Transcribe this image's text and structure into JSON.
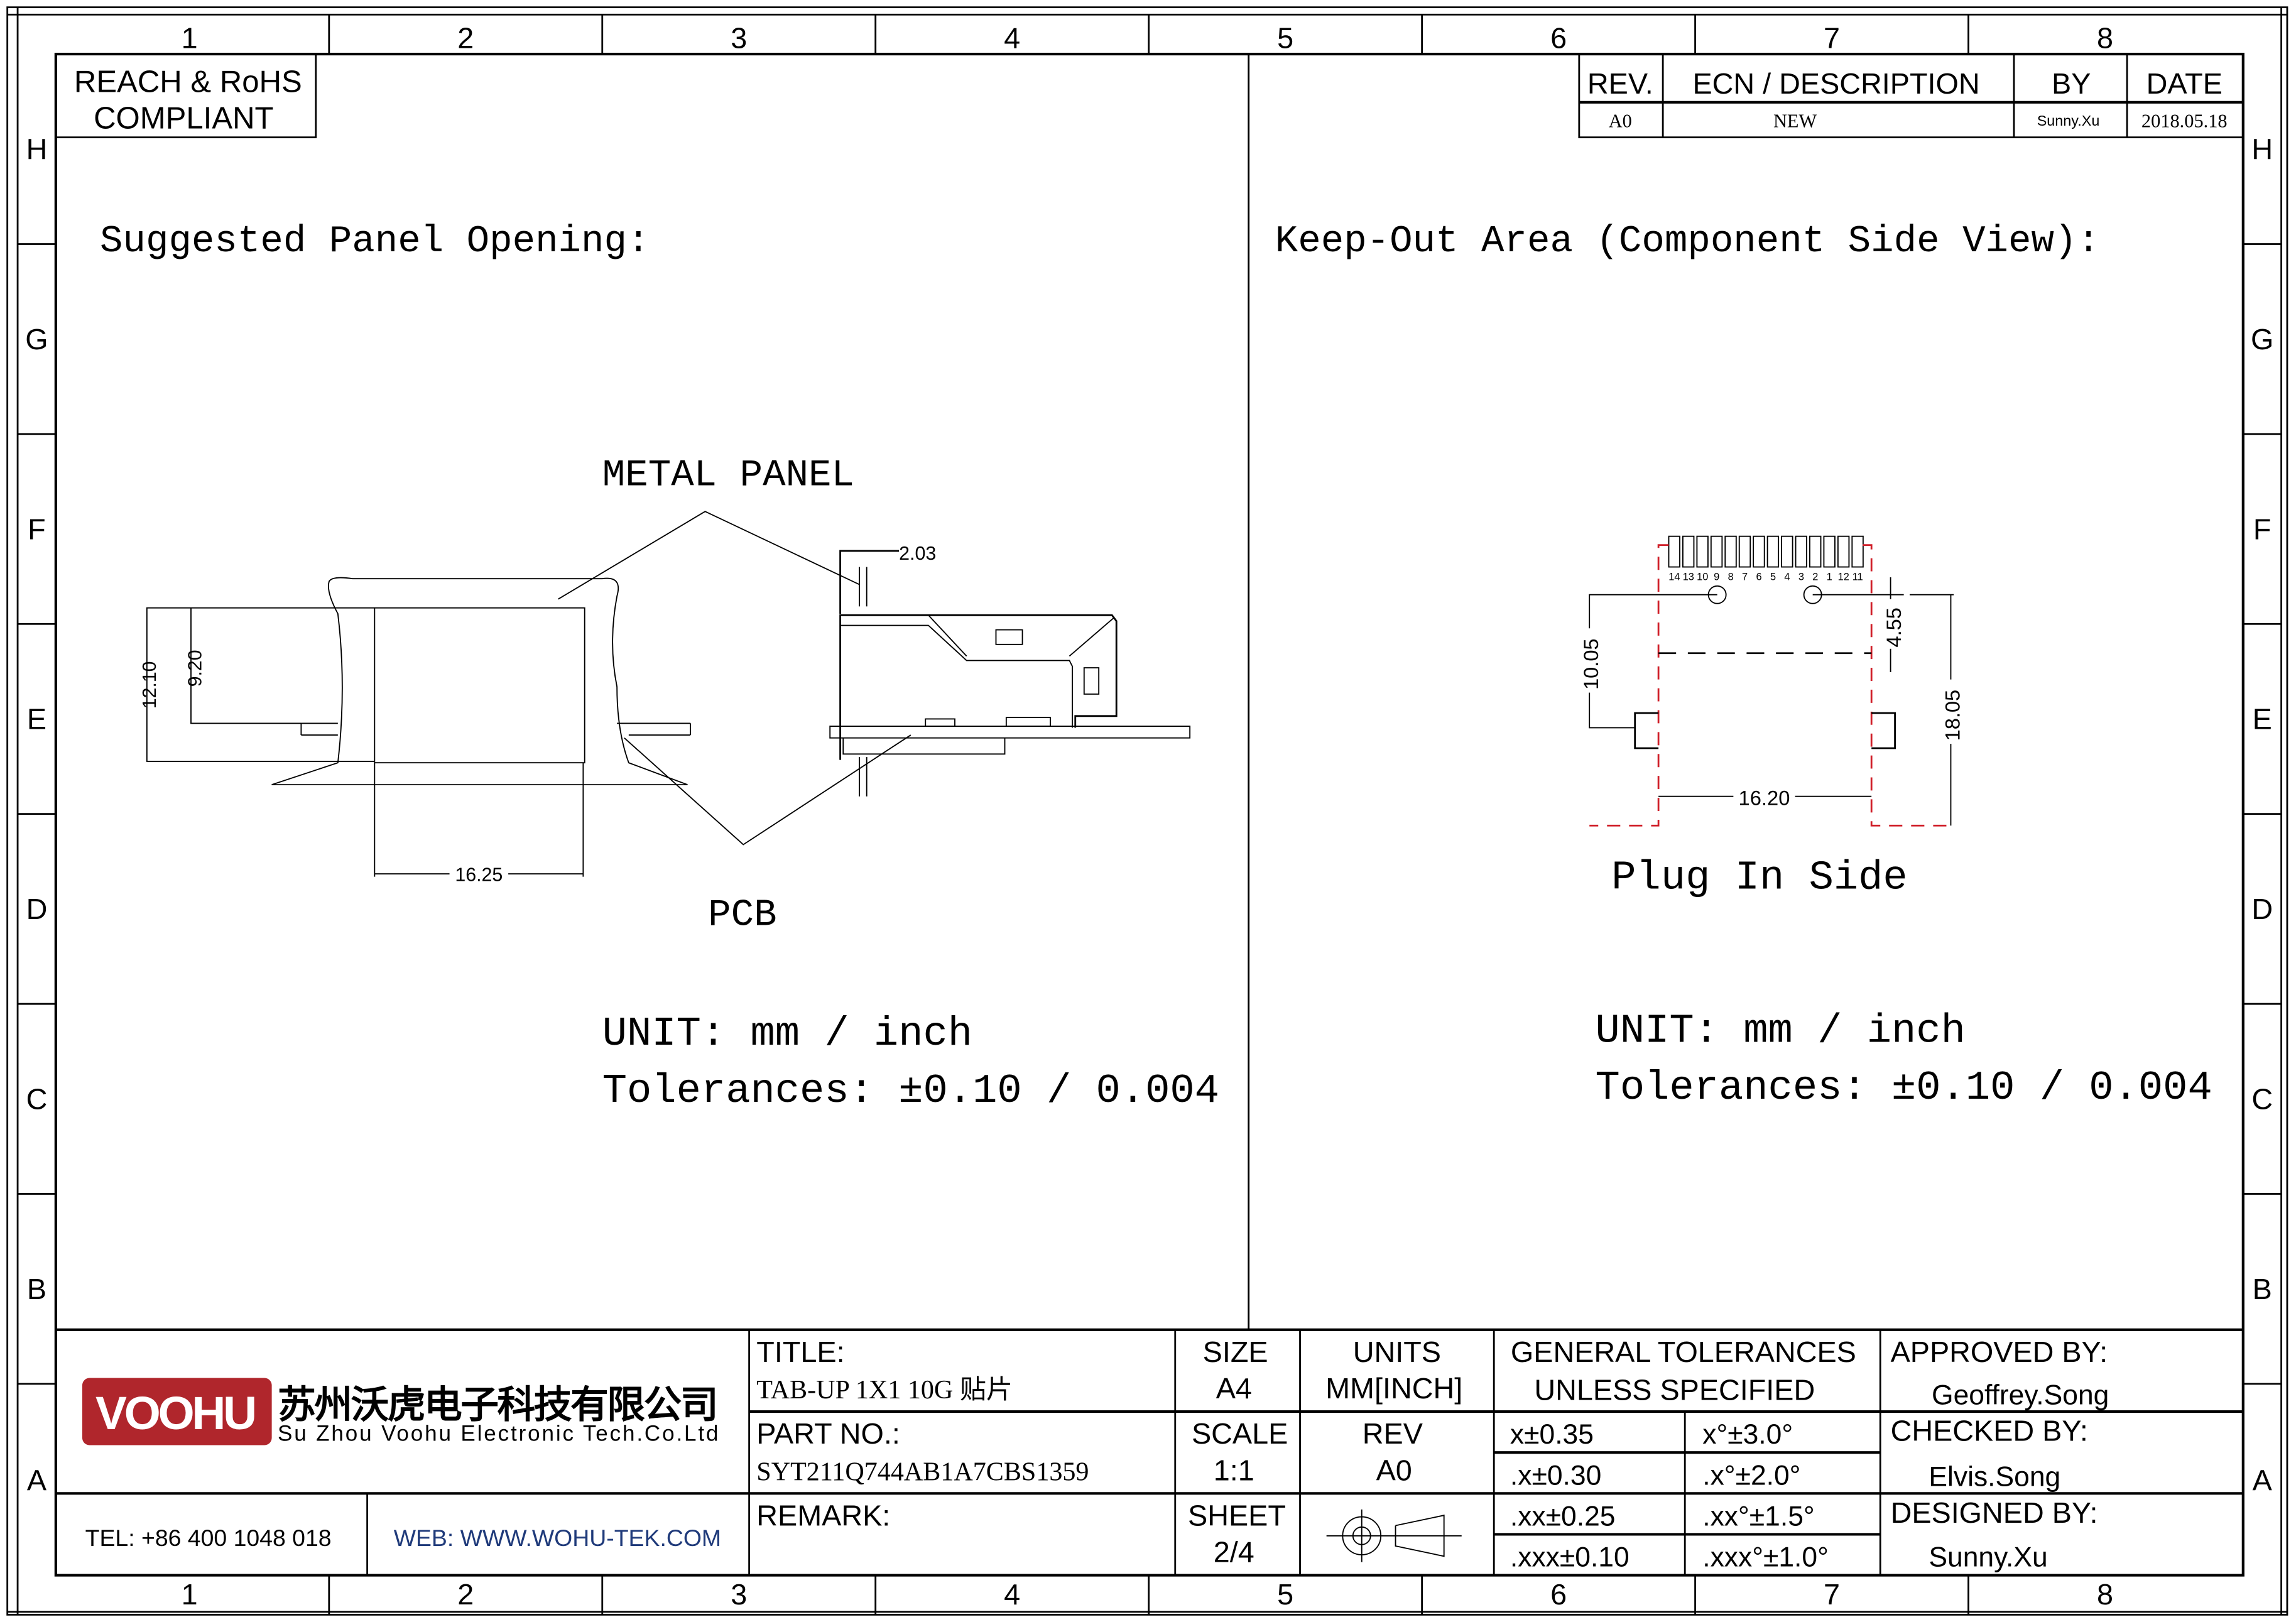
{
  "frame": {
    "columns": [
      "1",
      "2",
      "3",
      "4",
      "5",
      "6",
      "7",
      "8"
    ],
    "rows": [
      "H",
      "G",
      "F",
      "E",
      "D",
      "C",
      "B",
      "A"
    ]
  },
  "compliance": {
    "line1": "REACH & RoHS",
    "line2": "COMPLIANT"
  },
  "revision_table": {
    "headers": [
      "REV.",
      "ECN / DESCRIPTION",
      "BY",
      "DATE"
    ],
    "row": [
      "A0",
      "NEW",
      "Sunny.Xu",
      "2018.05.18"
    ]
  },
  "left_view": {
    "title": "Suggested Panel Opening:",
    "metal_panel_label": "METAL PANEL",
    "pcb_label": "PCB",
    "dims": {
      "height_outer": "12.10",
      "height_inner": "9.20",
      "width": "16.25",
      "panel_thickness": "2.03"
    },
    "unit": "UNIT: mm / inch",
    "tolerances": "Tolerances: ±0.10 / 0.004"
  },
  "right_view": {
    "title": "Keep-Out Area (Component Side View):",
    "pin_labels": [
      "14",
      "13",
      "10",
      "9",
      "8",
      "7",
      "6",
      "5",
      "4",
      "3",
      "2",
      "1",
      "12",
      "11"
    ],
    "dims": {
      "left_height": "10.05",
      "top_offset": "4.55",
      "total_height": "18.05",
      "width": "16.20"
    },
    "plug_label": "Plug In Side",
    "unit": "UNIT: mm / inch",
    "tolerances": "Tolerances: ±0.10 / 0.004"
  },
  "title_block": {
    "logo_text": "VOOHU",
    "company_cn": "苏州沃虎电子科技有限公司",
    "company_en": "Su Zhou Voohu Electronic Tech.Co.Ltd",
    "tel": "TEL: +86 400 1048 018",
    "web": "WEB: WWW.WOHU-TEK.COM",
    "title_label": "TITLE:",
    "title_value": "TAB-UP 1X1 10G 贴片",
    "part_label": "PART NO.:",
    "part_value": "SYT211Q744AB1A7CBS1359",
    "remark_label": "REMARK:",
    "size_label": "SIZE",
    "size_value": "A4",
    "scale_label": "SCALE",
    "scale_value": "1:1",
    "sheet_label": "SHEET",
    "sheet_value": "2/4",
    "units_label": "UNITS",
    "units_value": "MM[INCH]",
    "rev_label": "REV",
    "rev_value": "A0",
    "tol_header1": "GENERAL TOLERANCES",
    "tol_header2": "UNLESS SPECIFIED",
    "tolerances": [
      [
        "x±0.35",
        "x°±3.0°"
      ],
      [
        ".x±0.30",
        ".x°±2.0°"
      ],
      [
        ".xx±0.25",
        ".xx°±1.5°"
      ],
      [
        ".xxx±0.10",
        ".xxx°±1.0°"
      ]
    ],
    "approved_label": "APPROVED BY:",
    "approved_value": "Geoffrey.Song",
    "checked_label": "CHECKED BY:",
    "checked_value": "Elvis.Song",
    "designed_label": "DESIGNED BY:",
    "designed_value": "Sunny.Xu"
  },
  "colors": {
    "logo_red": "#b0262c",
    "web_blue": "#1f3a7a",
    "keepout_red": "#d0202a"
  }
}
